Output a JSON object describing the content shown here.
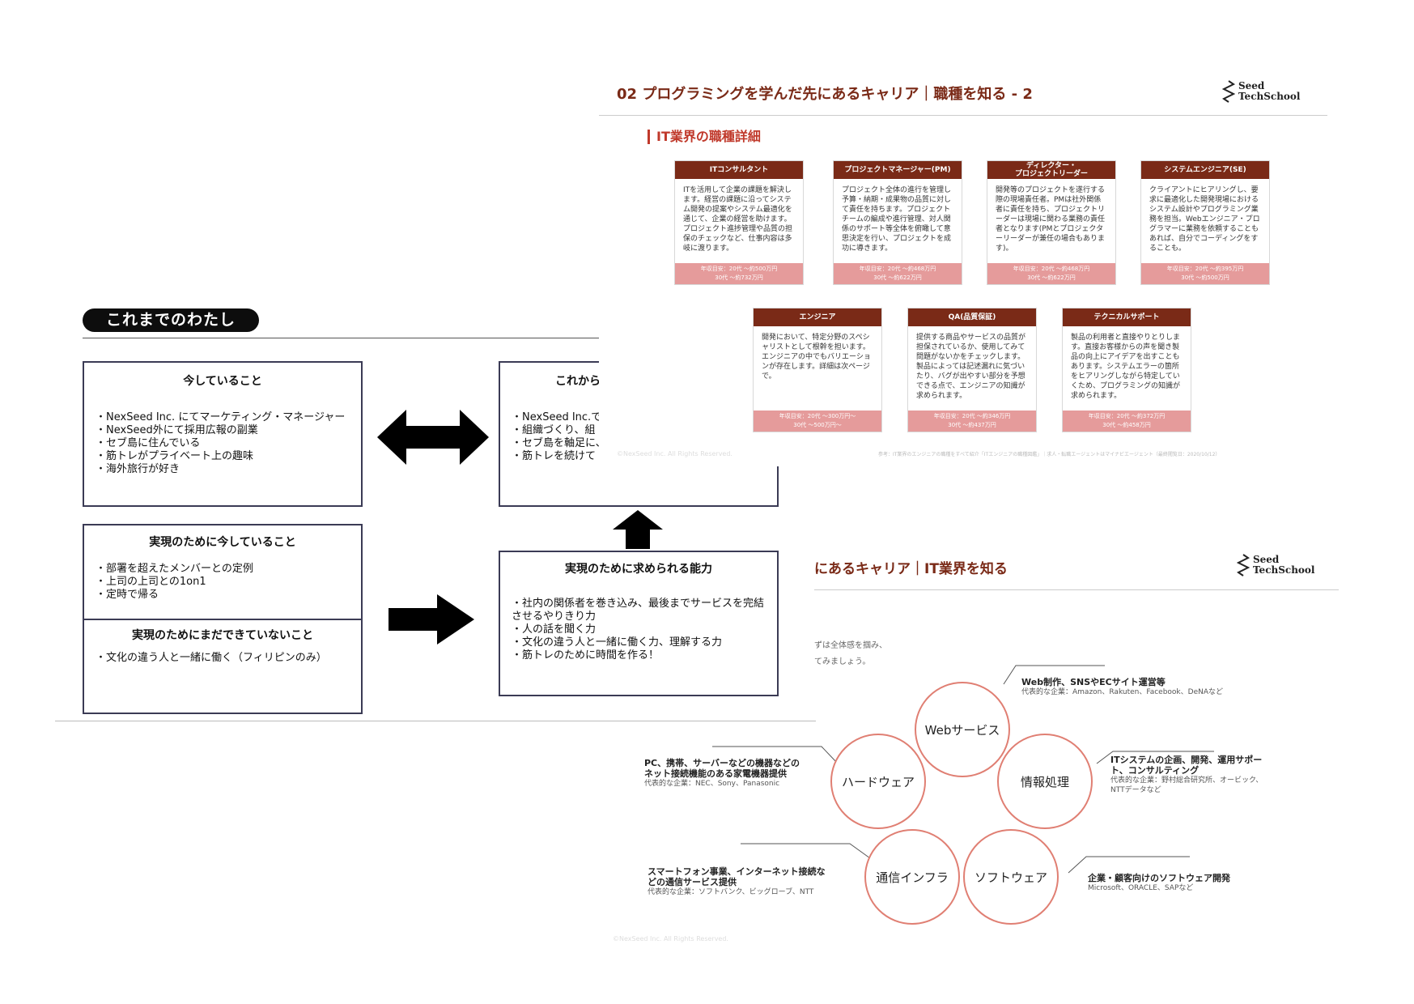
{
  "slide1": {
    "pill_label": "これまでのわたし",
    "now": {
      "title": "今していること",
      "items": [
        "NexSeed Inc. にてマーケティング・マネージャー",
        "NexSeed外にて採用広報の副業",
        "セブ島に住んでいる",
        "筋トレがプライベート上の趣味",
        "海外旅行が好き"
      ]
    },
    "future": {
      "title": "これから",
      "items": [
        "NexSeed Inc.で",
        "組織づくり、組",
        "セブ島を軸足に、",
        "筋トレを続けて"
      ]
    },
    "doing": {
      "title": "実現のために今していること",
      "items": [
        "部署を超えたメンバーとの定例",
        "上司の上司との1on1",
        "定時で帰る"
      ]
    },
    "not_yet": {
      "title": "実現のためにまだできていないこと",
      "items": [
        "文化の違う人と一緒に働く（フィリピンのみ）"
      ]
    },
    "need": {
      "title": "実現のために求められる能力",
      "items": [
        "社内の関係者を巻き込み、最後までサービスを完結させるやりきり力",
        "人の話を聞く力",
        "文化の違う人と一緒に働く力、理解する力",
        "筋トレのために時間を作る！"
      ]
    }
  },
  "slide2": {
    "title": "02 プログラミングを学んだ先にあるキャリア｜職種を知る - 2",
    "logo": {
      "line1": "Seed",
      "line2": "TechSchool"
    },
    "section": "IT業界の職種詳細",
    "cards": [
      {
        "head": "ITコンサルタント",
        "body": "ITを活用して企業の課題を解決します。経営の課題に沿ってシステム開発の提案やシステム最適化を通じて、企業の経営を助けます。プロジェクト進捗管理や品質の担保のチェックなど、仕事内容は多岐に渡ります。",
        "salary": "年収目安：20代 〜約500万円\n30代 〜約732万円"
      },
      {
        "head": "プロジェクトマネージャー(PM)",
        "body": "プロジェクト全体の進行を管理し予算・納期・成果物の品質に対して責任を持ちます。プロジェクトチームの編成や進行管理、対人関係のサポート等全体を俯瞰して意思決定を行い、プロジェクトを成功に導きます。",
        "salary": "年収目安：20代 〜約468万円\n30代 〜約622万円"
      },
      {
        "head": "ディレクター・\nプロジェクトリーダー",
        "body": "開発等のプロジェクトを遂行する際の現場責任者。PMは社外関係者に責任を持ち、プロジェクトリーダーは現場に関わる業務の責任者となります(PMとプロジェクターリーダーが兼任の場合もあります)。",
        "salary": "年収目安：20代 〜約468万円\n30代 〜約622万円"
      },
      {
        "head": "システムエンジニア(SE)",
        "body": "クライアントにヒアリングし、要求に最適化した開発現場におけるシステム設計やプログラミング業務を担当。Webエンジニア・プログラマーに業務を依頼することもあれば、自分でコーディングをすることも。",
        "salary": "年収目安：20代 〜約395万円\n30代 〜約500万円"
      },
      {
        "head": "エンジニア",
        "body": "開発において、特定分野のスペシャリストとして根幹を担います。エンジニアの中でもバリエーションが存在します。詳細は次ページで。",
        "salary": "年収目安：20代 〜300万円〜\n30代 〜500万円〜"
      },
      {
        "head": "QA(品質保証)",
        "body": "提供する商品やサービスの品質が担保されているか、使用してみて問題がないかをチェックします。製品によっては記述漏れに気づいたり、バグが出やすい部分を予想できる点で、エンジニアの知識が求められます。",
        "salary": "年収目安：20代 〜約346万円\n30代 〜約437万円"
      },
      {
        "head": "テクニカルサポート",
        "body": "製品の利用者と直接やりとりします。直接お客様からの声を聞き製品の向上にアイデアを出すこともあります。システムエラーの箇所をヒアリングしながら特定していくため、プログラミングの知識が求められます。",
        "salary": "年収目安：20代 〜約372万円\n30代 〜約458万円"
      }
    ],
    "copyright": "©NexSeed Inc. All Rights Reserved.",
    "reference": "参考：IT業界のエンジニアの職種をすべて紹介「ITエンジニアの職種図鑑」｜求人・転職エージェントはマイナビエージェント（最終閲覧日：2020/10/12）"
  },
  "slide3": {
    "title": "にあるキャリア｜IT業界を知る",
    "logo": {
      "line1": "Seed",
      "line2": "TechSchool"
    },
    "intro": [
      "ずは全体感を掴み、",
      "てみましょう。"
    ],
    "circles": {
      "web": "Webサービス",
      "hardware": "ハードウェア",
      "info": "情報処理",
      "infra": "通信インフラ",
      "software": "ソフトウェア"
    },
    "descs": {
      "web": {
        "title": "Web制作、SNSやECサイト運営等",
        "companies": "代表的な企業：Amazon、Rakuten、Facebook、DeNAなど"
      },
      "hardware": {
        "title": "PC、携帯、サーバーなどの機器などの\nネット接続機能のある家電機器提供",
        "companies": "代表的な企業：NEC、Sony、Panasonic"
      },
      "info": {
        "title": "ITシステムの企画、開発、運用サポー\nト、コンサルティング",
        "companies": "代表的な企業：野村総合研究所、オービック、\nNTTデータなど"
      },
      "infra": {
        "title": "スマートフォン事業、インターネット接続な\nどの通信サービス提供",
        "companies": "代表的な企業：ソフトバンク、ビッグローブ、NTT"
      },
      "software": {
        "title": "企業・顧客向けのソフトウェア開発",
        "companies": "Microsoft、ORACLE、SAPなど"
      }
    },
    "copyright": "©NexSeed Inc. All Rights Reserved."
  },
  "colors": {
    "brand": "#7a2a17",
    "accent": "#c0392b",
    "salary_band": "#e59b9b",
    "circle_border": "#e07f73"
  }
}
